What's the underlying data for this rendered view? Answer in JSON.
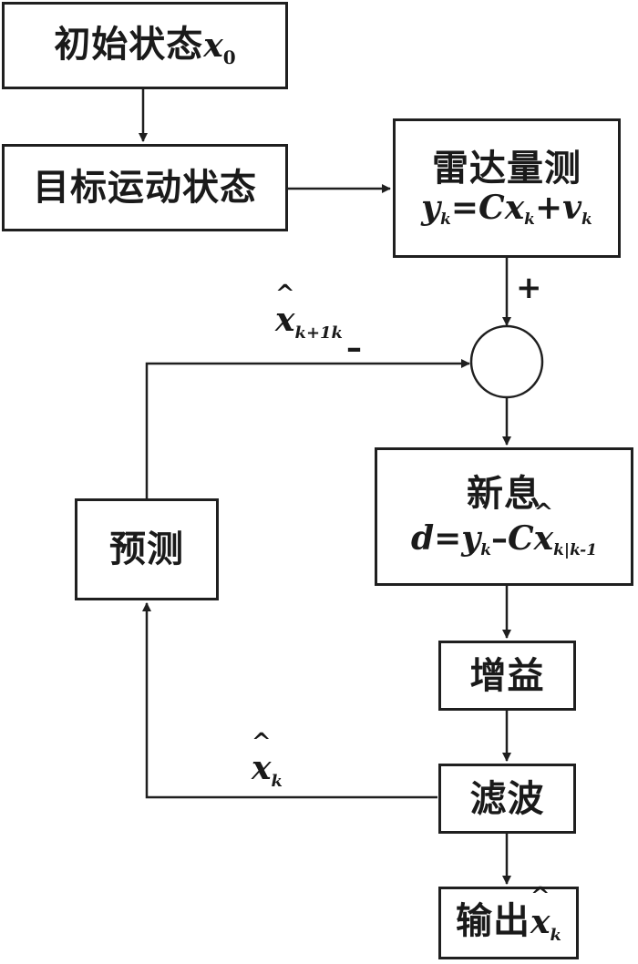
{
  "boxes": {
    "initial_state": {
      "text": "初始状态",
      "var": "x",
      "sub": "0"
    },
    "target_motion": {
      "text": "目标运动状态"
    },
    "radar": {
      "title": "雷达量测",
      "eq": {
        "y": "y",
        "k1": "k",
        "eqsign": "=",
        "c": "C",
        "x": "x",
        "k2": "k",
        "plus": "+",
        "v": "v",
        "k3": "k"
      }
    },
    "innovation": {
      "title": "新息",
      "eq": {
        "d": "d",
        "eqsign": "=",
        "y": "y",
        "k1": "k",
        "minus": "–",
        "c": "C",
        "xhat": "x",
        "sub": "k|k-1"
      }
    },
    "gain": {
      "text": "增益"
    },
    "filter": {
      "text": "滤波"
    },
    "predict": {
      "text": "预测"
    },
    "output": {
      "text": "输出",
      "xhat": "x",
      "sub": "k"
    }
  },
  "labels": {
    "plus": "+",
    "minus": "–",
    "pred_var": "x",
    "pred_sub": "k+1k",
    "filt_var": "x",
    "filt_sub": "k"
  }
}
